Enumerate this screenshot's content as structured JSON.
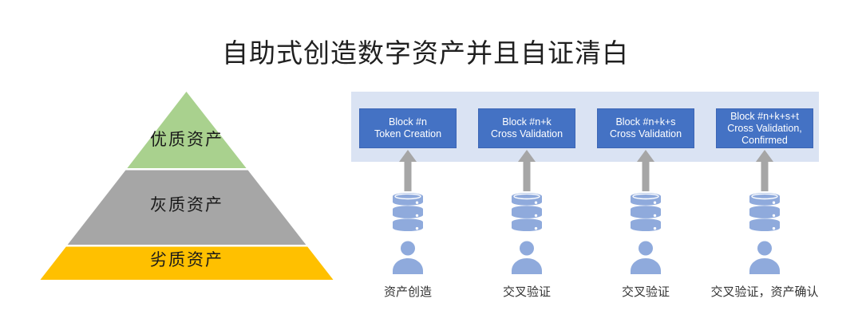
{
  "title": "自助式创造数字资产并且自证清白",
  "pyramid": {
    "layers": [
      {
        "label": "优质资产",
        "color": "#a9d18e"
      },
      {
        "label": "灰质资产",
        "color": "#a6a6a6"
      },
      {
        "label": "劣质资产",
        "color": "#ffc000"
      }
    ]
  },
  "flow": {
    "band_color": "#dae3f3",
    "block_color": "#4472c4",
    "block_text_color": "#ffffff",
    "icon_color": "#8faadc",
    "arrow_color": "#a6a6a6",
    "columns": [
      {
        "block_lines": [
          "Block #n",
          "Token Creation"
        ],
        "caption": "资产创造"
      },
      {
        "block_lines": [
          "Block #n+k",
          "Cross Validation"
        ],
        "caption": "交叉验证"
      },
      {
        "block_lines": [
          "Block #n+k+s",
          "Cross Validation"
        ],
        "caption": "交叉验证"
      },
      {
        "block_lines": [
          "Block #n+k+s+t",
          "Cross Validation,",
          "Confirmed"
        ],
        "caption": "交叉验证，资产确认"
      }
    ]
  }
}
